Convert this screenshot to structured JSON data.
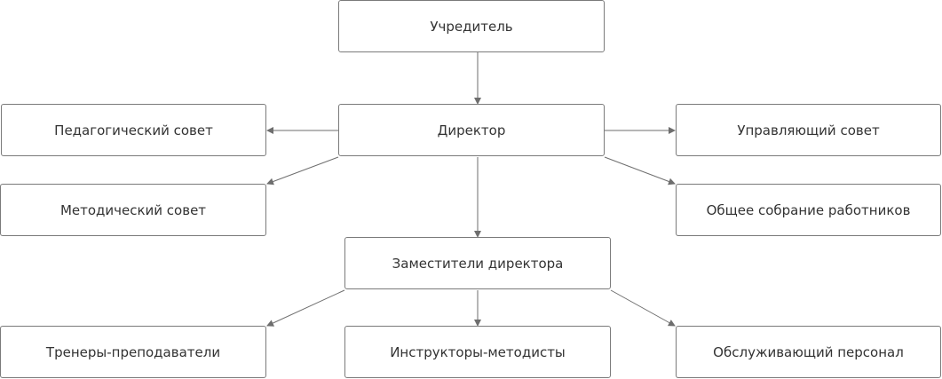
{
  "nodes": {
    "founder": "Учредитель",
    "director": "Директор",
    "pedagogical_council": "Педагогический совет",
    "management_council": "Управляющий совет",
    "methodical_council": "Методический совет",
    "general_assembly": "Общее собрание работников",
    "deputies": "Заместители директора",
    "trainers": "Тренеры-преподаватели",
    "instructors": "Инструкторы-методисты",
    "service_staff": "Обслуживающий персонал"
  },
  "edges": [
    {
      "from": "founder",
      "to": "director"
    },
    {
      "from": "director",
      "to": "pedagogical_council"
    },
    {
      "from": "director",
      "to": "management_council"
    },
    {
      "from": "director",
      "to": "methodical_council"
    },
    {
      "from": "director",
      "to": "general_assembly"
    },
    {
      "from": "director",
      "to": "deputies"
    },
    {
      "from": "deputies",
      "to": "trainers"
    },
    {
      "from": "deputies",
      "to": "instructors"
    },
    {
      "from": "deputies",
      "to": "service_staff"
    }
  ],
  "colors": {
    "box_border": "#7a7a7a",
    "connector": "#6e6e6e",
    "text": "#333333",
    "background": "#ffffff"
  }
}
